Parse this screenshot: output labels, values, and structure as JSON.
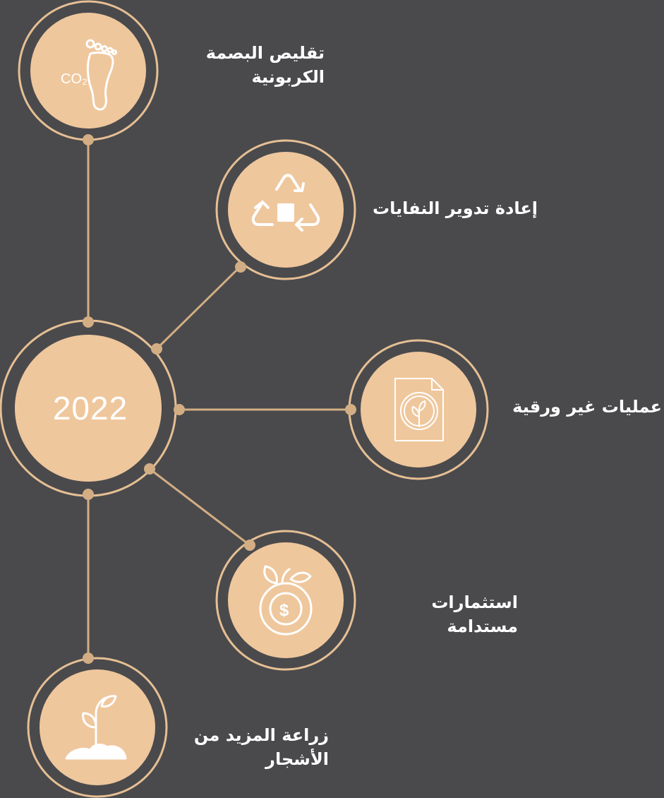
{
  "hub": {
    "label": "2022"
  },
  "items": [
    {
      "id": "carbon",
      "icon": "footprint-co2-icon",
      "icon_text": "CO₂",
      "lines": [
        "تقليص البصمة",
        "الكربونية"
      ]
    },
    {
      "id": "recycle",
      "icon": "recycle-icon",
      "lines": [
        "إعادة تدوير النفايات"
      ]
    },
    {
      "id": "paperless",
      "icon": "paperless-document-icon",
      "lines": [
        "عمليات غير ورقية"
      ]
    },
    {
      "id": "invest",
      "icon": "money-fruit-icon",
      "lines": [
        "استثمارات",
        "مستدامة"
      ]
    },
    {
      "id": "trees",
      "icon": "sprout-icon",
      "lines": [
        "زراعة المزيد من",
        "الأشجار"
      ]
    }
  ],
  "colors": {
    "background": "#4a4a4c",
    "circle_fill": "#efc79d",
    "ring": "#e6bf94",
    "connector": "#d3ad84",
    "icon_stroke": "#ffffff",
    "text": "#ffffff"
  }
}
